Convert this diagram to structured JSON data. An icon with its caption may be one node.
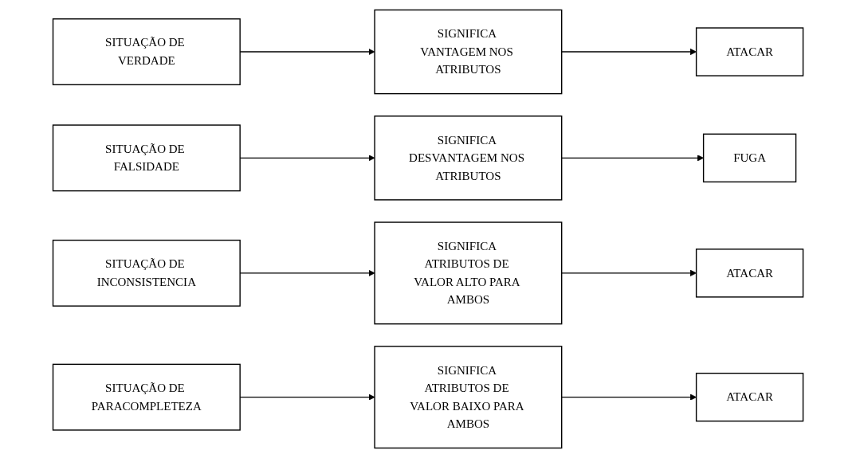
{
  "diagram": {
    "nodes": [
      {
        "text": [
          "SITUAÇÃO DE VERDADE"
        ]
      },
      {
        "text": [
          "SIGNIFICA VANTAGEM NOS ATRIBUTOS"
        ]
      },
      {
        "text": [
          "ATACAR"
        ]
      },
      {
        "text": [
          "SITUAÇÃO DE FALSIDADE"
        ]
      },
      {
        "text": [
          "SIGNIFICA DESVANTAGEM NOS ATRIBUTOS"
        ]
      },
      {
        "text": [
          "FUGA"
        ]
      },
      {
        "text": [
          "SITUAÇÃO DE INCONSISTENCIA"
        ]
      },
      {
        "text": [
          "SIGNIFICA ATRIBUTOS DE VALOR ALTO PARA AMBOS"
        ]
      },
      {
        "text": [
          "ATACAR"
        ]
      },
      {
        "text": [
          "SITUAÇÃO DE PARACOMPLETEZA"
        ]
      },
      {
        "text": [
          "SIGNIFICA ATRIBUTOS DE VALOR BAIXO PARA AMBOS"
        ]
      },
      {
        "text": [
          "ATACAR"
        ]
      }
    ],
    "edges": [
      {
        "from": 0,
        "to": 1,
        "arrow": "to"
      },
      {
        "from": 1,
        "to": 2,
        "arrow": "to"
      },
      {
        "from": 3,
        "to": 4,
        "arrow": "to"
      },
      {
        "from": 4,
        "to": 5,
        "arrow": "to"
      },
      {
        "from": 6,
        "to": 7,
        "arrow": "to"
      },
      {
        "from": 7,
        "to": 8,
        "arrow": "to"
      },
      {
        "from": 9,
        "to": 10,
        "arrow": "to"
      },
      {
        "from": 10,
        "to": 11,
        "arrow": "to"
      }
    ]
  }
}
